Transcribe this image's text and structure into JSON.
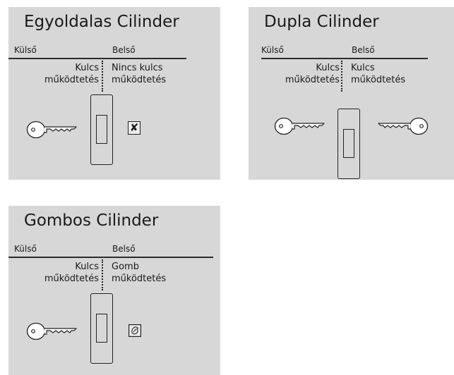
{
  "panels": [
    {
      "title": "Egyoldalas Cilinder",
      "outside": "Külső",
      "inside": "Belső",
      "left_caption": [
        "Kulcs",
        "működtetés"
      ],
      "right_caption": [
        "Nincs kulcs",
        "működtetés"
      ],
      "left_icon": "key-icon",
      "right_icon": "x-box-icon",
      "right_symbol": "✘"
    },
    {
      "title": "Dupla Cilinder",
      "outside": "Külső",
      "inside": "Belső",
      "left_caption": [
        "Kulcs",
        "működtetés"
      ],
      "right_caption": [
        "Kulcs",
        "működtetés"
      ],
      "left_icon": "key-icon",
      "right_icon": "key-icon"
    },
    {
      "title": "Gombos Cilinder",
      "outside": "Külső",
      "inside": "Belső",
      "left_caption": [
        "Kulcs",
        "működtetés"
      ],
      "right_caption": [
        "Gomb",
        "működtetés"
      ],
      "left_icon": "key-icon",
      "right_icon": "thumb-turn-icon"
    }
  ],
  "colors": {
    "panel": "#d7d7d7",
    "ink": "#1a1a1a"
  }
}
